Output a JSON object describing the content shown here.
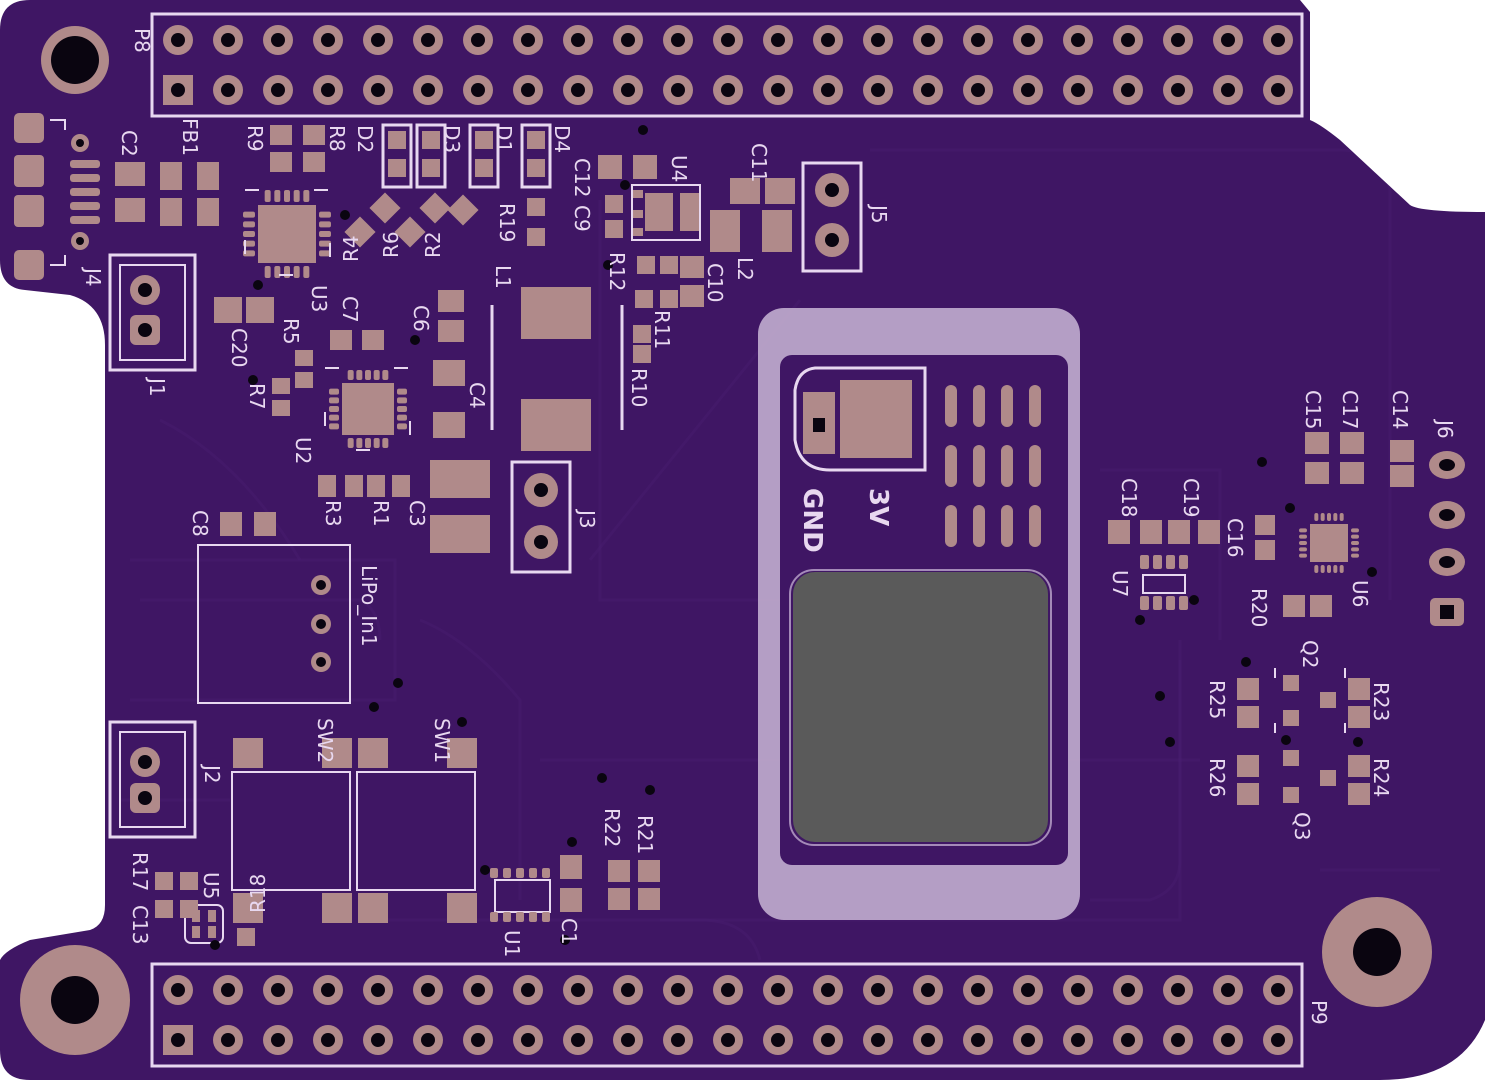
{
  "colors": {
    "board": "#3f1664",
    "board_light": "#4a1f72",
    "silk": "#e8d8f0",
    "pad": "#b08a8a",
    "hole": "#0a0510",
    "module_body": "#c9b6d6",
    "shield": "#5a5a5a"
  },
  "headers": {
    "top_label": "P8",
    "bottom_label": "P9",
    "pins_per_row": 23
  },
  "labels": {
    "C1": "C1",
    "C2": "C2",
    "C3": "C3",
    "C4": "C4",
    "C6": "C6",
    "C7": "C7",
    "C8": "C8",
    "C9": "C9",
    "C10": "C10",
    "C11": "C11",
    "C12": "C12",
    "C13": "C13",
    "C14": "C14",
    "C15": "C15",
    "C16": "C16",
    "C17": "C17",
    "C18": "C18",
    "C19": "C19",
    "C20": "C20",
    "D1": "D1",
    "D2": "D2",
    "D3": "D3",
    "D4": "D4",
    "FB1": "FB1",
    "J1": "J1",
    "J2": "J2",
    "J3": "J3",
    "J4": "J4",
    "J5": "J5",
    "J6": "J6",
    "L1": "L1",
    "L2": "L2",
    "Q2": "Q2",
    "Q3": "Q3",
    "R1": "R1",
    "R2": "R2",
    "R3": "R3",
    "R4": "R4",
    "R5": "R5",
    "R6": "R6",
    "R7": "R7",
    "R8": "R8",
    "R9": "R9",
    "R10": "R10",
    "R11": "R11",
    "R12": "R12",
    "R17": "R17",
    "R18": "R18",
    "R19": "R19",
    "R20": "R20",
    "R21": "R21",
    "R22": "R22",
    "R23": "R23",
    "R24": "R24",
    "R25": "R25",
    "R26": "R26",
    "SW1": "SW1",
    "SW2": "SW2",
    "U1": "U1",
    "U2": "U2",
    "U3": "U3",
    "U4": "U4",
    "U5": "U5",
    "U6": "U6",
    "U7": "U7",
    "lipo": "LiPo_In1",
    "gnd": "GND",
    "v3": "3V"
  }
}
